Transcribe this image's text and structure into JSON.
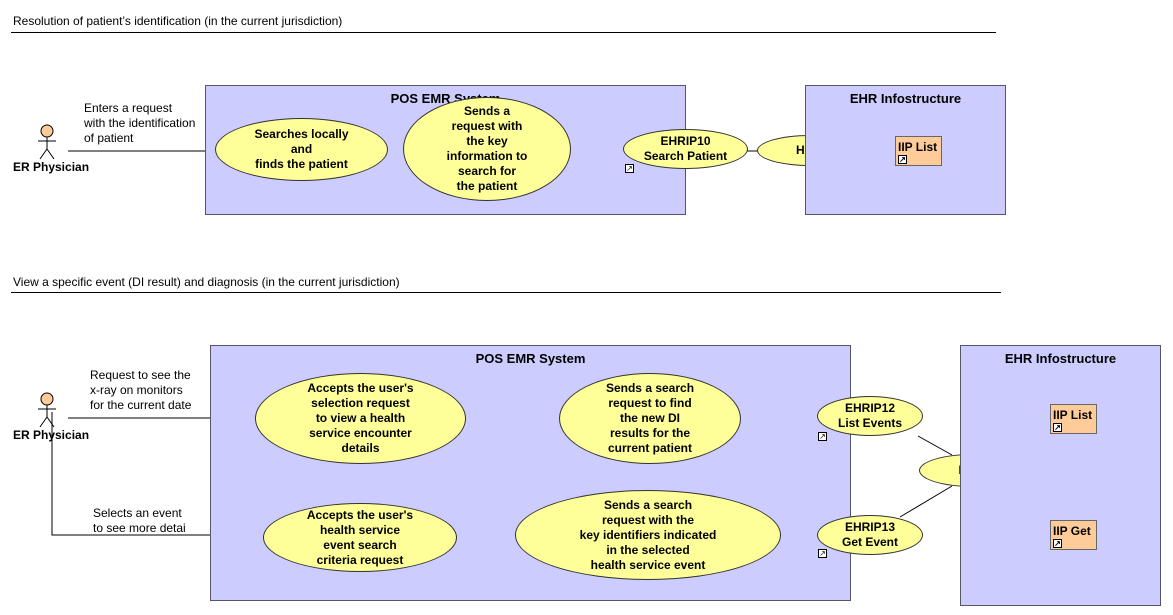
{
  "section1": {
    "title": "Resolution of patient’s identification (in the current jurisdiction)",
    "actor": "ER Physician",
    "actor_note": "Enters a request\nwith the identification\nof patient",
    "system_title": "POS EMR System",
    "uc_search_local": "Searches locally\nand\nfinds the patient",
    "uc_send_request": "Sends a\nrequest with\nthe key\ninformation to\nsearch for\nthe patient",
    "interaction": "EHRIP10\nSearch Patient",
    "hial": "HIAL",
    "ehr_title": "EHR Infostructure",
    "iip": "IIP List"
  },
  "section2": {
    "title": "View a specific event (DI result) and diagnosis (in the current jurisdiction)",
    "actor": "ER Physician",
    "actor_note1": "Request to see the\nx-ray on monitors\nfor the current date",
    "actor_note2": "Selects an event\nto see more detai",
    "system_title": "POS EMR System",
    "uc_accept_selection": "Accepts the user's\nselection request\nto view a health\nservice encounter\ndetails",
    "uc_send_search_di": "Sends a search\nrequest to find\nthe new DI\nresults for the\ncurrent patient",
    "uc_accept_criteria": "Accepts the user's\nhealth service\nevent search\ncriteria request",
    "uc_send_search_keys": "Sends a search\nrequest with the\nkey identifiers indicated\nin the selected\nhealth service event",
    "interaction_list": "EHRIP12\nList Events",
    "interaction_get": "EHRIP13\nGet Event",
    "hial": "HIAL",
    "ehr_title": "EHR Infostructure",
    "iip_list": "IIP List",
    "iip_get": "IIP Get"
  }
}
